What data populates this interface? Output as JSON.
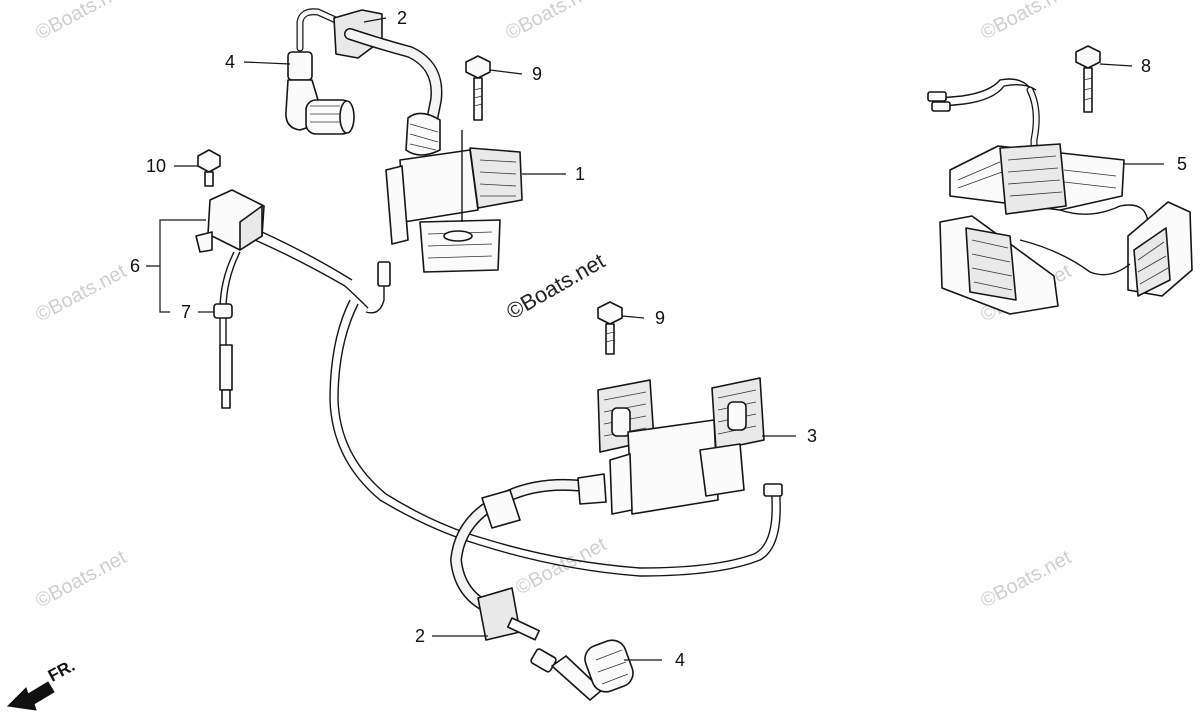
{
  "watermark": {
    "text": "©Boats.net",
    "center_text": "©Boats.net"
  },
  "callouts": [
    {
      "id": "2-top",
      "label": "2"
    },
    {
      "id": "4-top",
      "label": "4"
    },
    {
      "id": "9-top",
      "label": "9"
    },
    {
      "id": "10",
      "label": "10"
    },
    {
      "id": "1",
      "label": "1"
    },
    {
      "id": "6",
      "label": "6"
    },
    {
      "id": "7",
      "label": "7"
    },
    {
      "id": "9-mid",
      "label": "9"
    },
    {
      "id": "8",
      "label": "8"
    },
    {
      "id": "5",
      "label": "5"
    },
    {
      "id": "3",
      "label": "3"
    },
    {
      "id": "2-bottom",
      "label": "2"
    },
    {
      "id": "4-bottom",
      "label": "4"
    }
  ],
  "orientation": {
    "label": "FR.",
    "icon": "front-direction-arrow-icon"
  }
}
